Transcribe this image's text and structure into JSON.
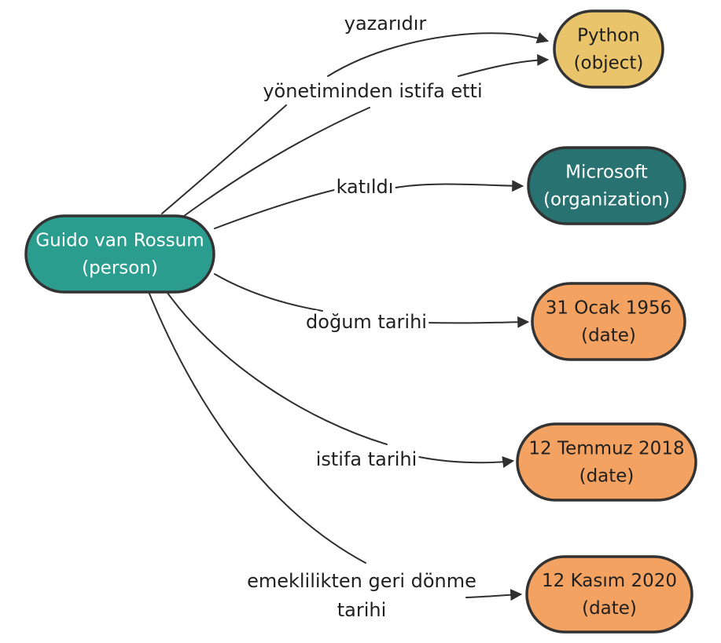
{
  "diagram": {
    "background": "#ffffff",
    "edge_color": "#2f2f2f",
    "node_border_color": "#333333",
    "nodes": [
      {
        "label": "Guido van Rossum",
        "type_label": "(person)",
        "fill": "#2a9d8f",
        "text_color": "#ffffff"
      },
      {
        "label": "Python",
        "type_label": "(object)",
        "fill": "#e9c46a",
        "text_color": "#1f1f1f"
      },
      {
        "label": "Microsoft",
        "type_label": "(organization)",
        "fill": "#287271",
        "text_color": "#ffffff"
      },
      {
        "label": "31 Ocak 1956",
        "type_label": "(date)",
        "fill": "#f4a261",
        "text_color": "#1f1f1f"
      },
      {
        "label": "12 Temmuz 2018",
        "type_label": "(date)",
        "fill": "#f4a261",
        "text_color": "#1f1f1f"
      },
      {
        "label": "12 Kasım 2020",
        "type_label": "(date)",
        "fill": "#f4a261",
        "text_color": "#1f1f1f"
      }
    ],
    "edges": [
      {
        "from": "Guido van Rossum",
        "to": "Python",
        "label": "yazarıdır"
      },
      {
        "from": "Guido van Rossum",
        "to": "Python",
        "label": "yönetiminden istifa etti"
      },
      {
        "from": "Guido van Rossum",
        "to": "Microsoft",
        "label": "katıldı"
      },
      {
        "from": "Guido van Rossum",
        "to": "31 Ocak 1956",
        "label": "doğum tarihi"
      },
      {
        "from": "Guido van Rossum",
        "to": "12 Temmuz 2018",
        "label": "istifa tarihi"
      },
      {
        "from": "Guido van Rossum",
        "to": "12 Kasım 2020",
        "label": "emeklilikten geri dönme tarihi",
        "label_line_1": "emeklilikten geri dönme",
        "label_line_2": "tarihi"
      }
    ]
  }
}
